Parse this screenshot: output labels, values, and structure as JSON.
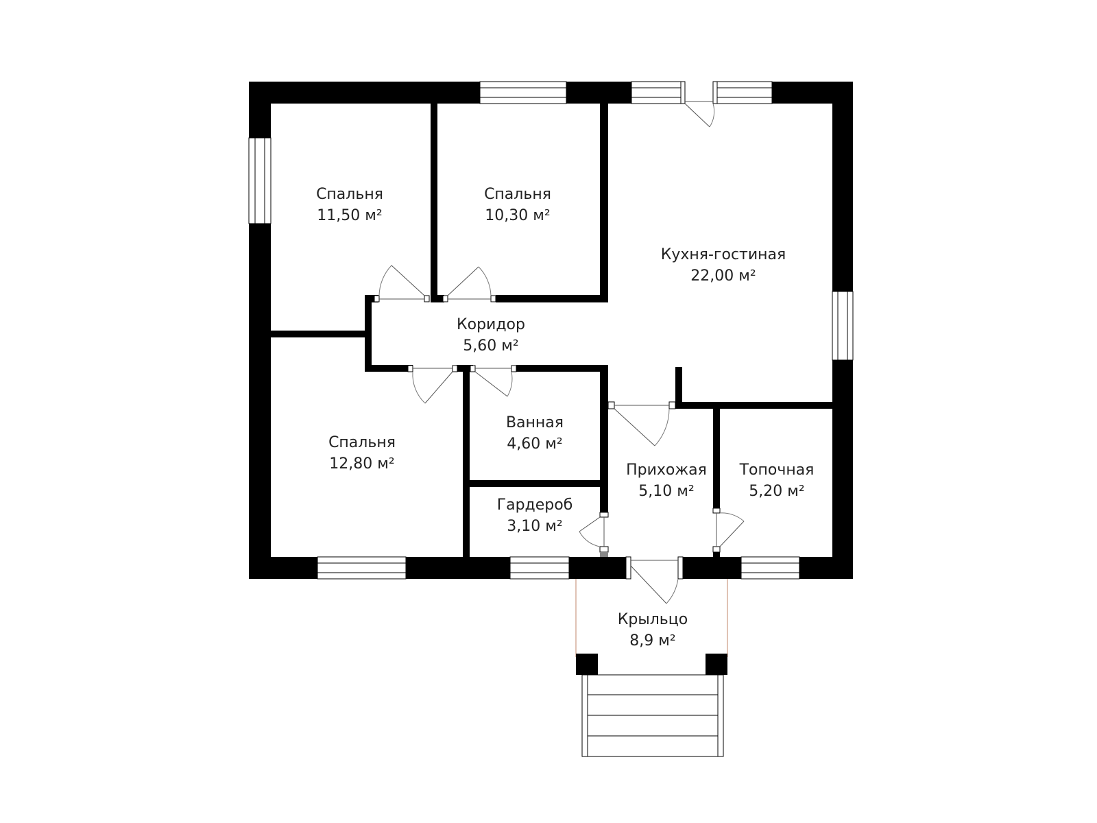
{
  "rooms": [
    {
      "id": "bedroom-1",
      "name": "Спальня",
      "area": "11,50 м²"
    },
    {
      "id": "bedroom-2",
      "name": "Спальня",
      "area": "10,30 м²"
    },
    {
      "id": "kitchen-living",
      "name": "Кухня-гостиная",
      "area": "22,00 м²"
    },
    {
      "id": "corridor",
      "name": "Коридор",
      "area": "5,60 м²"
    },
    {
      "id": "bathroom",
      "name": "Ванная",
      "area": "4,60 м²"
    },
    {
      "id": "bedroom-3",
      "name": "Спальня",
      "area": "12,80 м²"
    },
    {
      "id": "hallway",
      "name": "Прихожая",
      "area": "5,10 м²"
    },
    {
      "id": "boiler-room",
      "name": "Топочная",
      "area": "5,20 м²"
    },
    {
      "id": "wardrobe",
      "name": "Гардероб",
      "area": "3,10 м²"
    },
    {
      "id": "porch",
      "name": "Крыльцо",
      "area": "8,9 м²"
    }
  ],
  "colors": {
    "wall": "#000000",
    "background": "#ffffff",
    "text": "#222222",
    "porch_outline": "#c0846a"
  }
}
